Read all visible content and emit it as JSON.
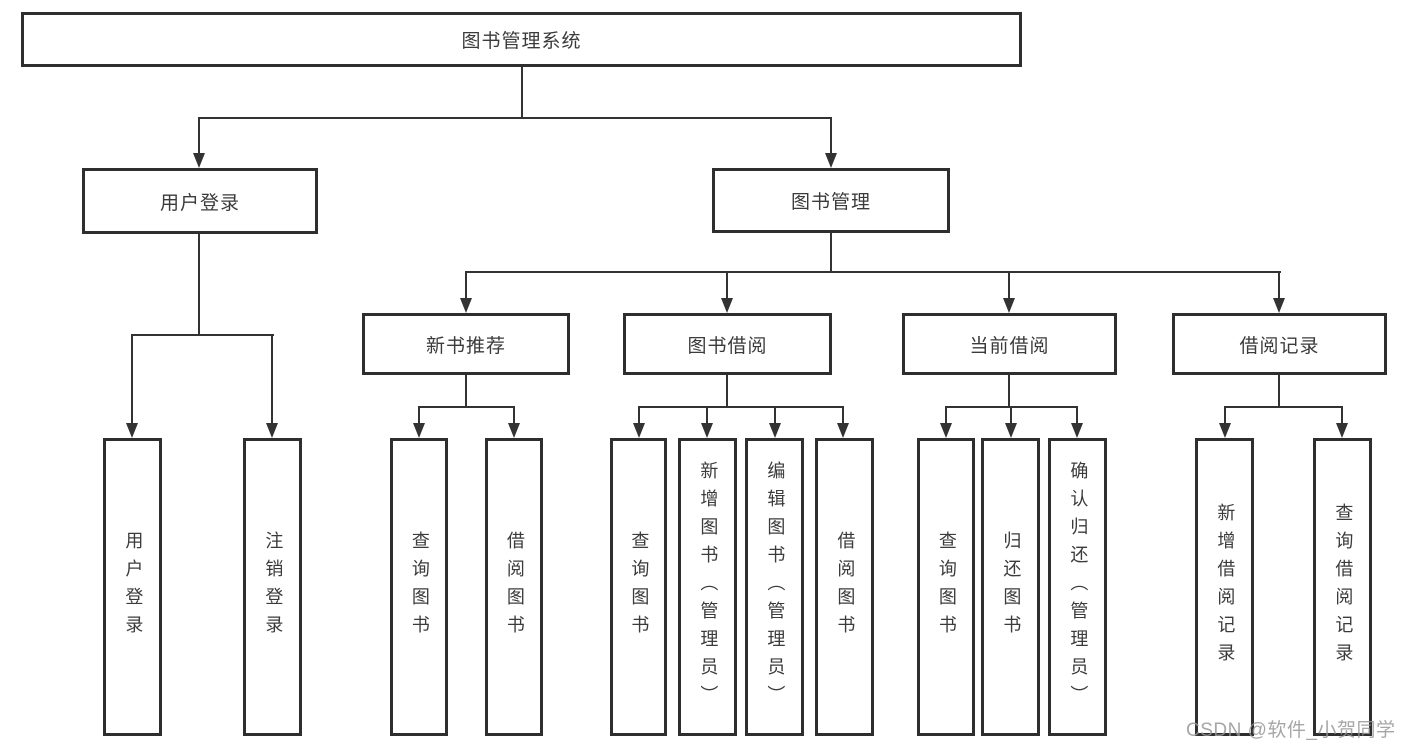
{
  "diagram": {
    "type": "hierarchy-flowchart",
    "tree": {
      "root": {
        "label": "图书管理系统"
      },
      "branches": [
        {
          "label": "用户登录",
          "children": [
            {
              "label": "用户登录"
            },
            {
              "label": "注销登录"
            }
          ]
        },
        {
          "label": "图书管理",
          "children": [
            {
              "label": "新书推荐",
              "children": [
                {
                  "label": "查询图书"
                },
                {
                  "label": "借阅图书"
                }
              ]
            },
            {
              "label": "图书借阅",
              "children": [
                {
                  "label": "查询图书"
                },
                {
                  "label": "新增图书（管理员）"
                },
                {
                  "label": "编辑图书（管理员）"
                },
                {
                  "label": "借阅图书"
                }
              ]
            },
            {
              "label": "当前借阅",
              "children": [
                {
                  "label": "查询图书"
                },
                {
                  "label": "归还图书"
                },
                {
                  "label": "确认归还（管理员）"
                }
              ]
            },
            {
              "label": "借阅记录",
              "children": [
                {
                  "label": "新增借阅记录"
                },
                {
                  "label": "查询借阅记录"
                }
              ]
            }
          ]
        }
      ]
    },
    "colors": {
      "line": "#333333",
      "border": "#2e2e2e",
      "text": "#3b3b3b",
      "watermark": "#969696",
      "background": "#ffffff"
    }
  },
  "watermark": {
    "text": "CSDN @软件_小贺同学"
  }
}
